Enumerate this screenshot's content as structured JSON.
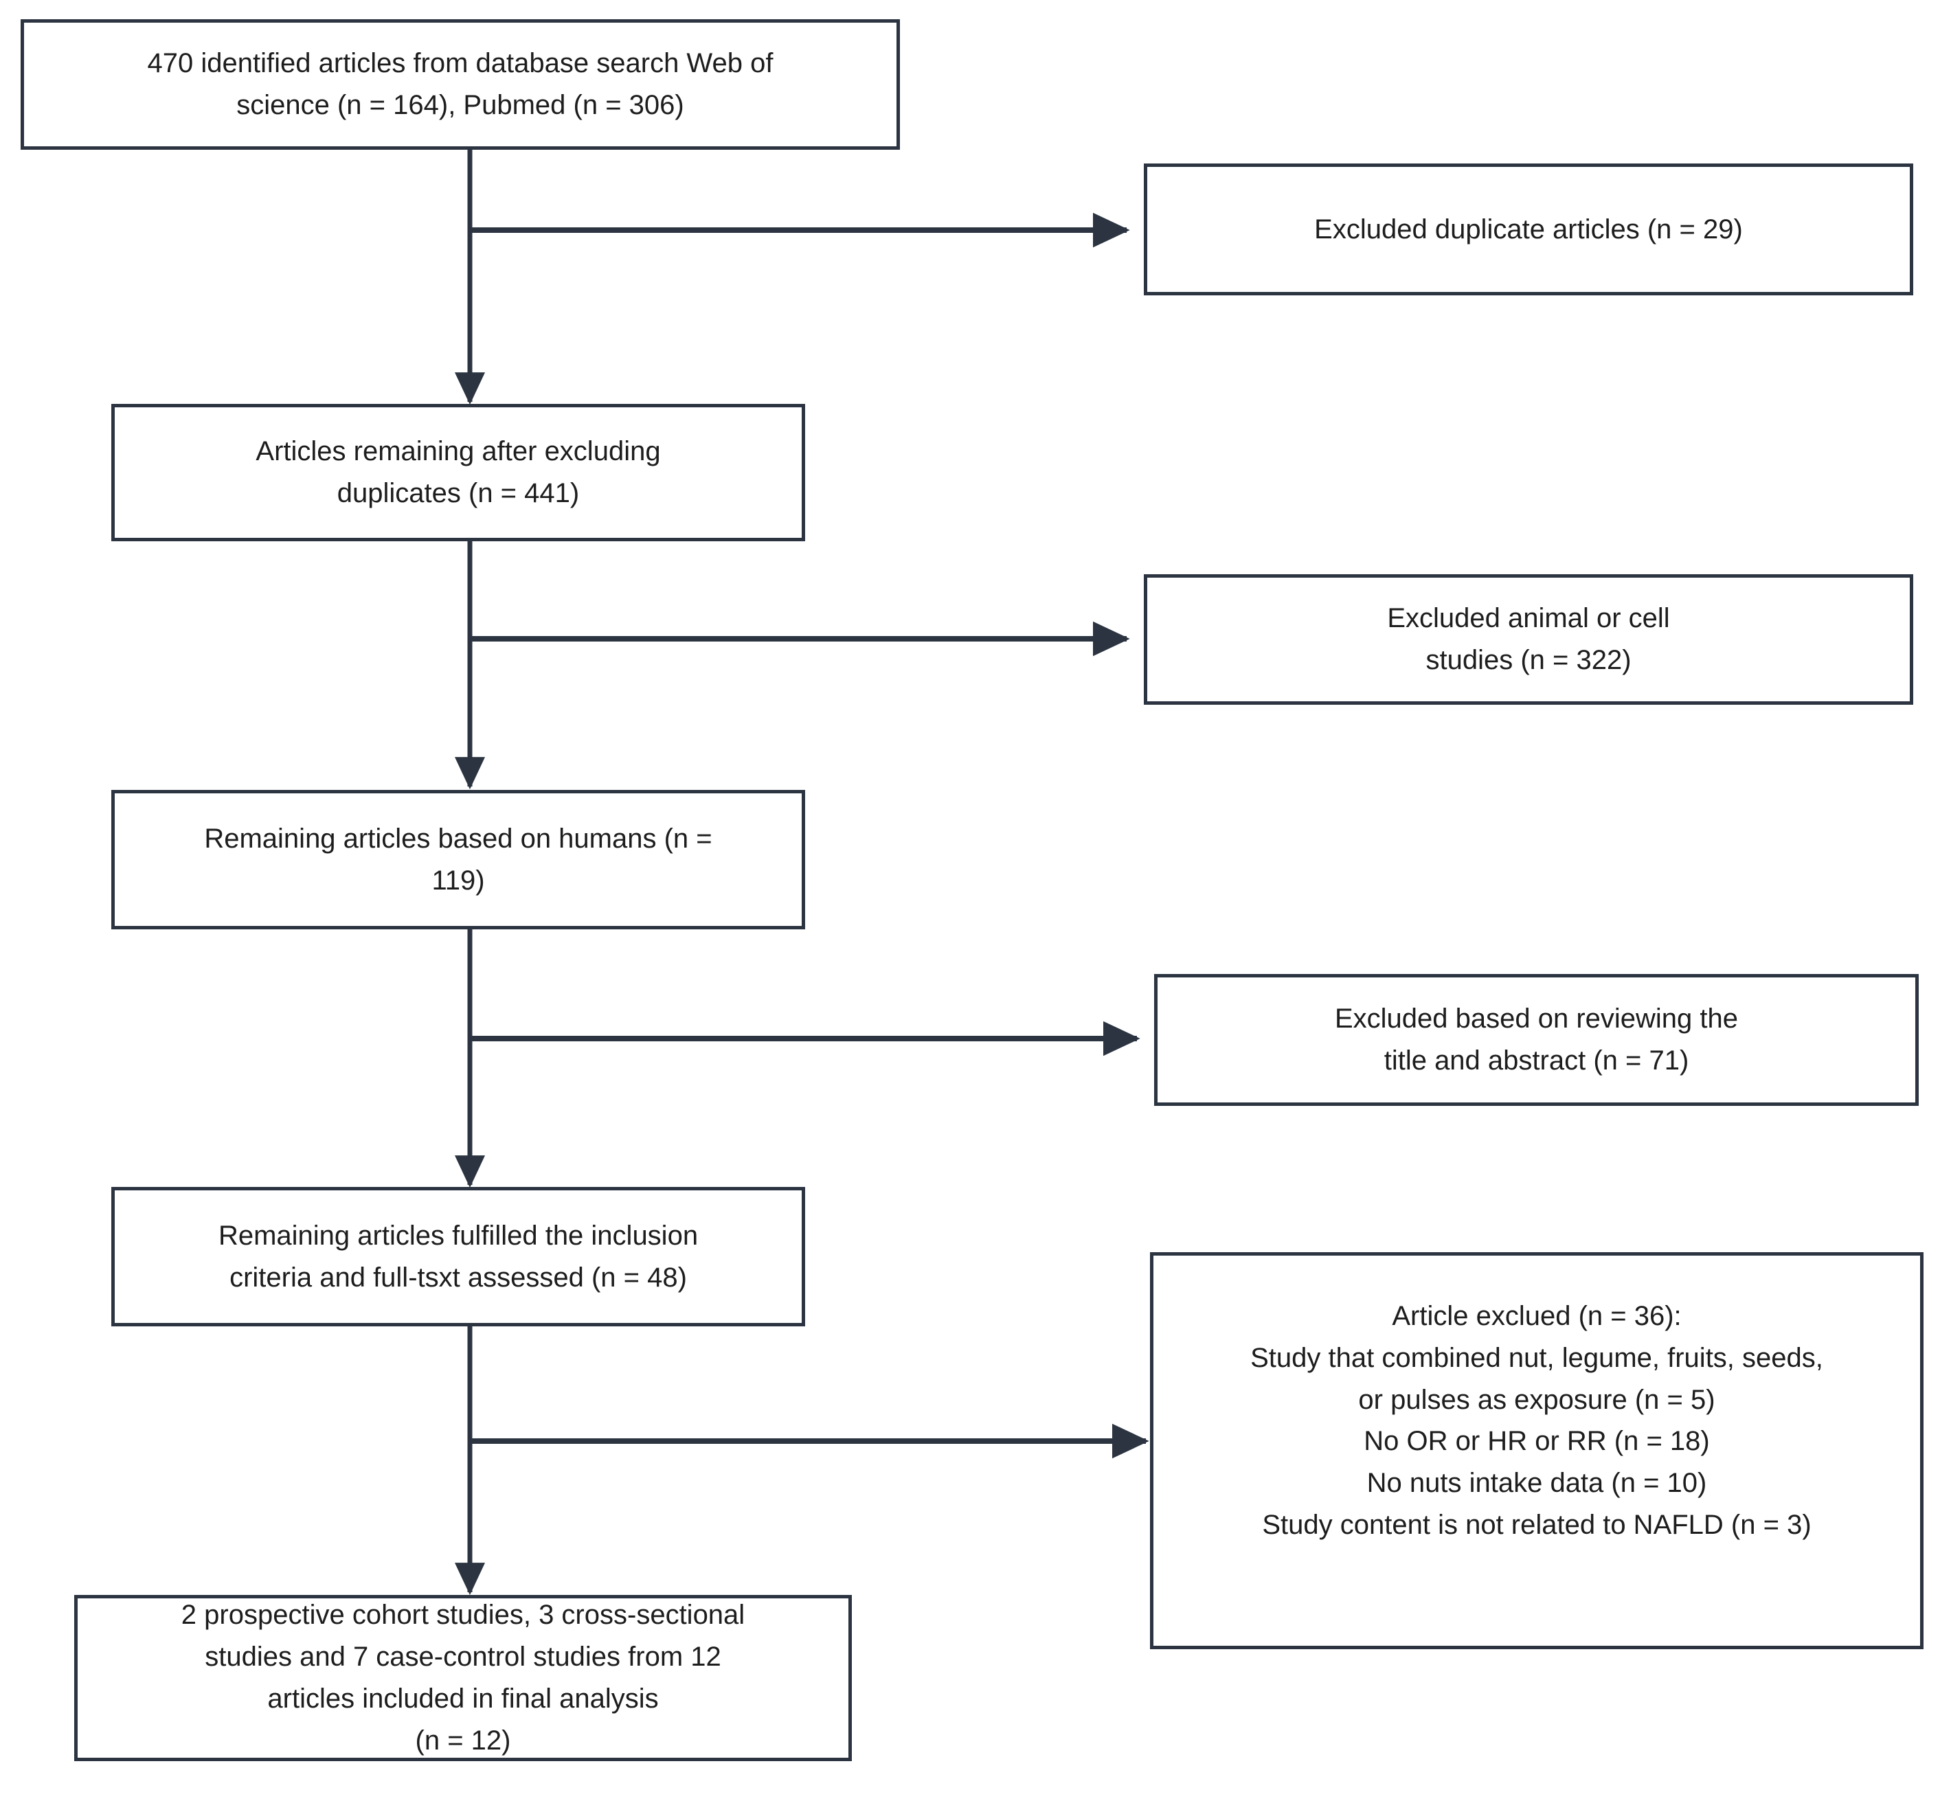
{
  "diagram": {
    "type": "prisma-flow-diagram",
    "title": "Study selection flow diagram",
    "stroke_color": "#2b3440",
    "text_color": "#1d1d1d",
    "background_color": "#ffffff"
  },
  "nodes": {
    "identified": {
      "id": "identified-articles-box",
      "text": "470 identified articles from database search Web of\nscience (n = 164), Pubmed (n = 306)",
      "count": 470,
      "sources": [
        {
          "name": "Web of science",
          "n": 164
        },
        {
          "name": "Pubmed",
          "n": 306
        }
      ]
    },
    "excluded_duplicates": {
      "id": "excluded-duplicates-box",
      "text": "Excluded duplicate articles (n = 29)",
      "n": 29
    },
    "after_duplicates": {
      "id": "after-duplicates-box",
      "text": "Articles remaining after excluding\nduplicates (n = 441)",
      "n": 441
    },
    "excluded_animal_cell": {
      "id": "excluded-animal-or-cell-box",
      "text": "Excluded animal or cell\nstudies (n = 322)",
      "n": 322
    },
    "human_articles": {
      "id": "remaining-human-articles-box",
      "text": "Remaining articles based on humans (n =\n119)",
      "n": 119
    },
    "excluded_title_abstract": {
      "id": "excluded-title-abstract-box",
      "text": "Excluded based on reviewing the\ntitle and abstract (n = 71)",
      "n": 71
    },
    "fulltext_assessed": {
      "id": "fulltext-assessed-box",
      "text": "Remaining articles fulfilled the inclusion\ncriteria and full-tsxt assessed (n = 48)",
      "n": 48
    },
    "excluded_fulltext": {
      "id": "excluded-fulltext-box",
      "text": "Article exclued (n = 36):\nStudy that combined nut,  legume,  fruits,  seeds,\nor pulses as exposure (n = 5)\nNo OR or HR or RR (n = 18)\nNo nuts intake data (n = 10)\nStudy content is not related to NAFLD (n = 3)",
      "total": 36,
      "reasons": [
        {
          "reason": "Study that combined nut, legume, fruits, seeds, or pulses as exposure",
          "n": 5
        },
        {
          "reason": "No OR or HR or RR",
          "n": 18
        },
        {
          "reason": "No nuts intake data",
          "n": 10
        },
        {
          "reason": "Study content is not related to NAFLD",
          "n": 3
        }
      ]
    },
    "included": {
      "id": "final-included-box",
      "text": "2 prospective cohort studies, 3 cross-sectional\nstudies  and 7 case-control studies from 12\narticles included in final analysis\n(n = 12)",
      "n": 12,
      "breakdown": [
        {
          "design": "prospective cohort studies",
          "n": 2
        },
        {
          "design": "cross-sectional studies",
          "n": 3
        },
        {
          "design": "case-control studies",
          "n": 7
        }
      ]
    }
  }
}
